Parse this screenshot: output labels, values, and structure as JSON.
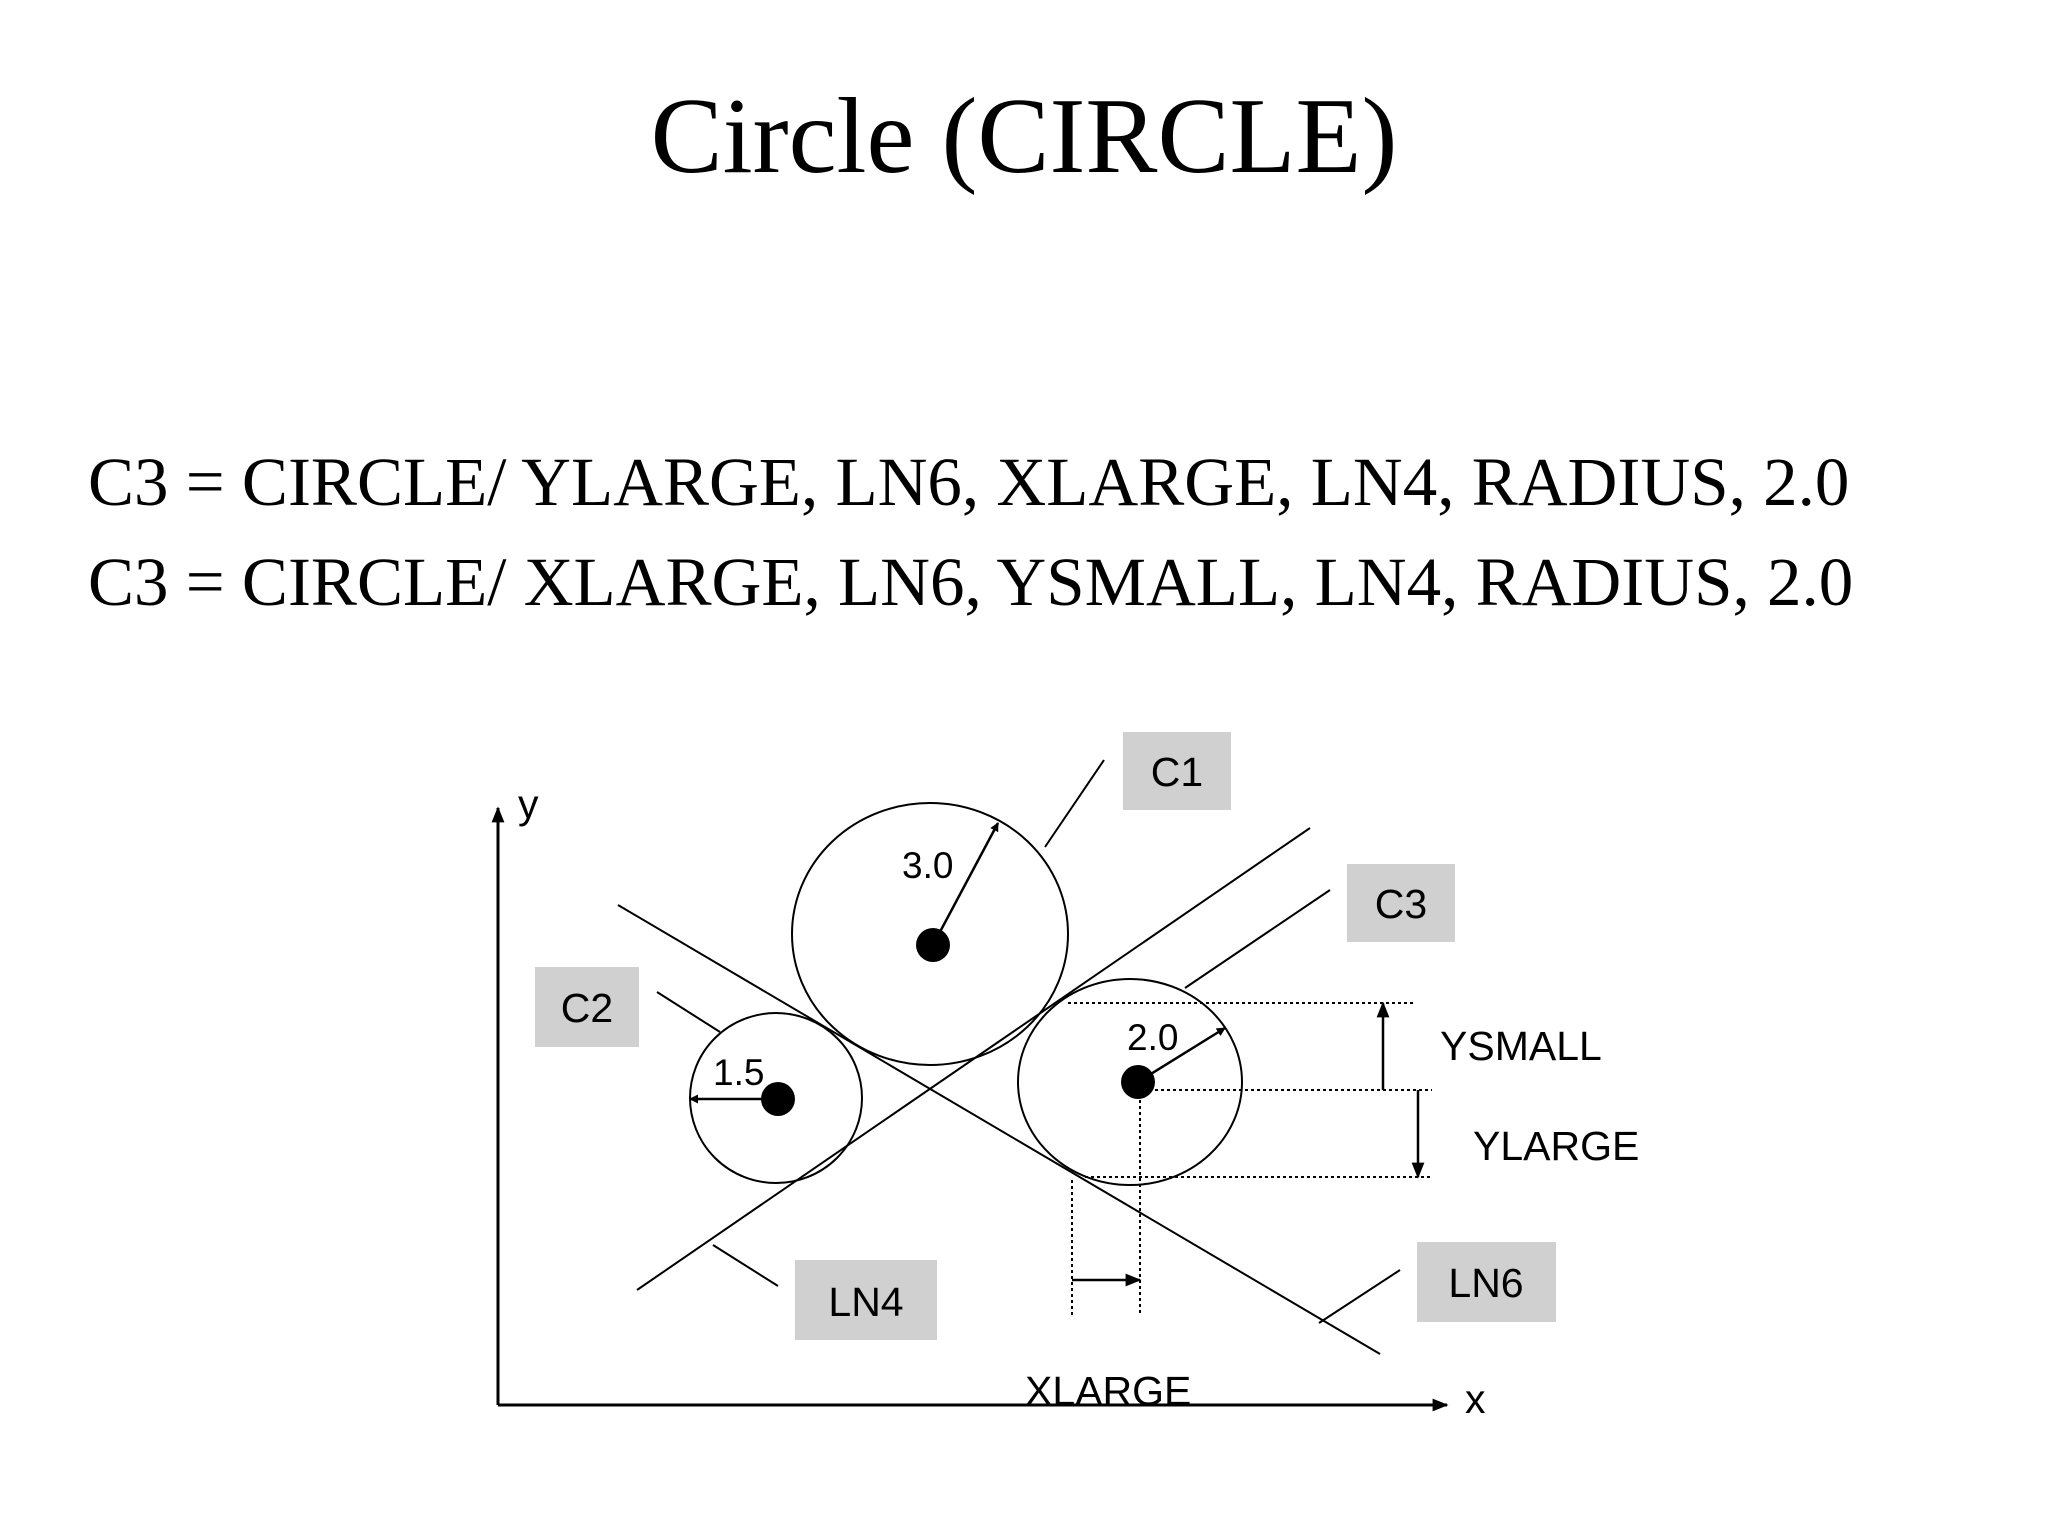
{
  "title": "Circle (CIRCLE)",
  "statements": [
    "C3 = CIRCLE/ YLARGE, LN6, XLARGE, LN4, RADIUS, 2.0",
    "C3 = CIRCLE/ XLARGE, LN6, YSMALL, LN4, RADIUS, 2.0"
  ],
  "diagram": {
    "axis_y": "y",
    "axis_x": "x",
    "boxed_labels": {
      "c1": "C1",
      "c2": "C2",
      "c3": "C3",
      "ln4": "LN4",
      "ln6": "LN6"
    },
    "radii": {
      "c1": "3.0",
      "c2": "1.5",
      "c3": "2.0"
    },
    "dimensions": {
      "ysmall": "YSMALL",
      "ylarge": "YLARGE",
      "xlarge": "XLARGE"
    },
    "colors": {
      "label_box": "#d0d0d0",
      "line": "#000000"
    }
  }
}
